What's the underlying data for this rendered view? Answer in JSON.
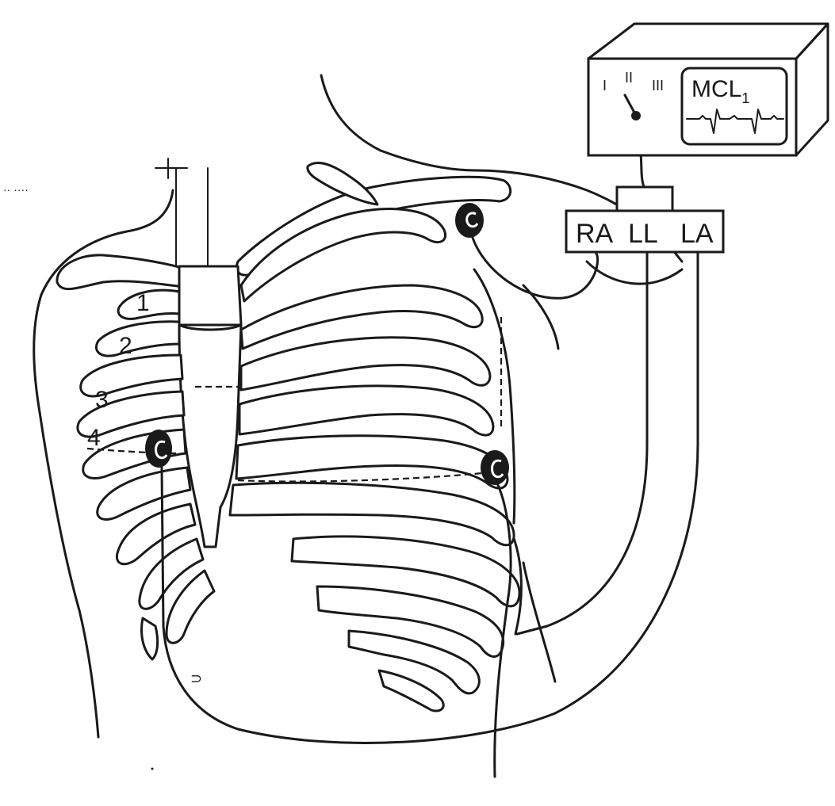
{
  "monitor": {
    "lead_labels": [
      "I",
      "II",
      "III"
    ],
    "screen_label": "MCL",
    "screen_label_sub": "1"
  },
  "cable_block": {
    "labels": [
      "RA",
      "LL",
      "LA"
    ]
  },
  "rib_numbers": [
    "1",
    "2",
    "3",
    "4"
  ],
  "stray_marks": {
    "left_margin": "·· ····",
    "bottom": "⊃"
  },
  "colors": {
    "ink": "#1a1a1a",
    "background": "#ffffff",
    "electrode": "#1a1a1a"
  }
}
